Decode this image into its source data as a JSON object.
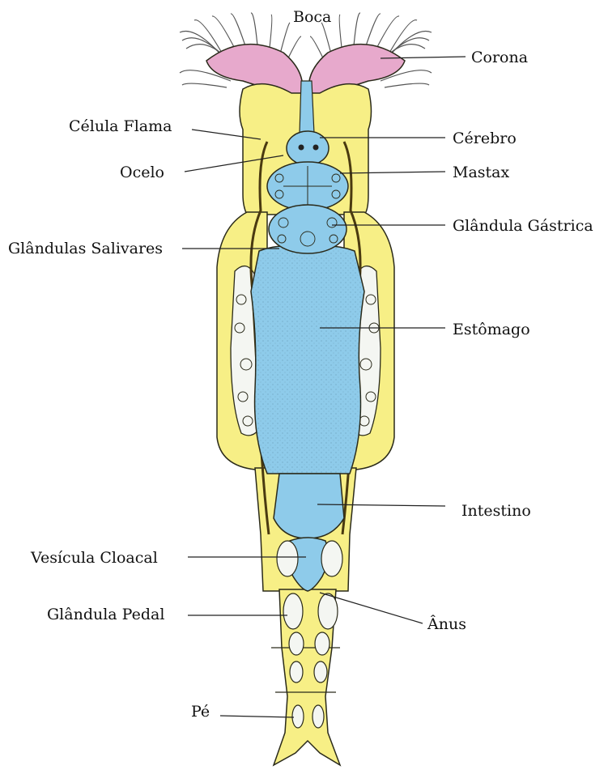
{
  "labels": {
    "boca": "Boca",
    "corona": "Corona",
    "celula_flama": "Célula Flama",
    "cerebro": "Cérebro",
    "ocelo": "Ocelo",
    "mastax": "Mastax",
    "glandula_gastrica": "Glândula Gástrica",
    "glandulas_salivares": "Glândulas Salivares",
    "estomago": "Estômago",
    "intestino": "Intestino",
    "vesicula_cloacal": "Vesícula Cloacal",
    "glandula_pedal": "Glândula Pedal",
    "anus": "Ânus",
    "pe": "Pé"
  },
  "colors": {
    "body": "#f7ef86",
    "digestive": "#8ecbea",
    "corona": "#e7a9cc",
    "gland_white": "#f4f6f2",
    "outline": "#2a2a1a",
    "nerve": "#4a3a10"
  }
}
